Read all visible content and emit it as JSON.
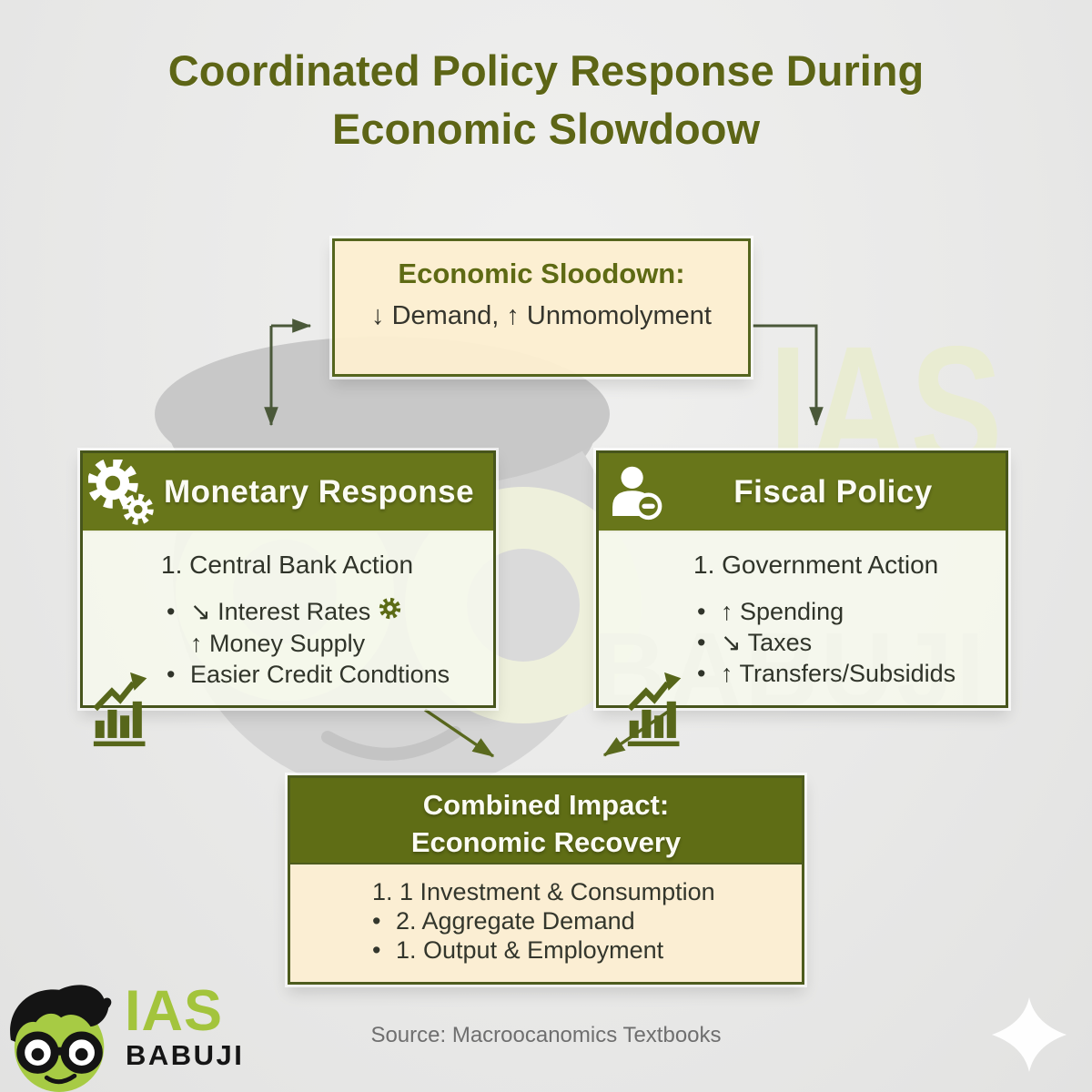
{
  "page": {
    "title_line1": "Coordinated Policy Response During",
    "title_line2": "Economic Slowdoow",
    "source_text": "Source: Macroocanomics Textbooks",
    "title_color": "#5d6516",
    "background_color": "#e9e9e8"
  },
  "colors": {
    "olive_header": "#68761a",
    "olive_header_dark": "#5f6d15",
    "olive_border": "#47551c",
    "cream_fill": "#fbeed3",
    "cream_border": "#55651e",
    "arrow_dark": "#4a5839",
    "arrow_olive": "#5a691e",
    "logo_lime": "#a3c43c",
    "body_text": "#30342a"
  },
  "slowdown_box": {
    "title": "Economic Sloodown:",
    "subtitle": "↓ Demand, ↑ Unmomolyment"
  },
  "monetary_box": {
    "header": "Monetary Response",
    "header_icon": "gears-icon",
    "numbered_item": "1. Central Bank Action",
    "side_icon": "bar-chart-growth-icon",
    "lines": [
      {
        "marker": "•",
        "text": "↘ Interest Rates",
        "trailing_icon": "gear-icon"
      },
      {
        "marker": "",
        "text": "↑ Money Supply",
        "trailing_icon": ""
      },
      {
        "marker": "•",
        "text": "Easier Credit Condtions",
        "trailing_icon": ""
      }
    ]
  },
  "fiscal_box": {
    "header": "Fiscal Policy",
    "header_icon": "person-minus-icon",
    "numbered_item": "1. Government Action",
    "side_icon": "bar-chart-growth-icon",
    "lines": [
      {
        "marker": "•",
        "text": "↑ Spending"
      },
      {
        "marker": "•",
        "text": "↘ Taxes"
      },
      {
        "marker": "•",
        "text": "↑ Transfers/Subsidids"
      }
    ]
  },
  "combined_box": {
    "header_line1": "Combined Impact:",
    "header_line2": "Economic Recovery",
    "lines": [
      {
        "marker": "",
        "text": "1. 1 Investment & Consumption"
      },
      {
        "marker": "•",
        "text": "2. Aggregate Demand"
      },
      {
        "marker": "•",
        "text": "1. Output & Employment"
      }
    ]
  },
  "watermark": {
    "ias": "IAS",
    "babuji": "BABUJI"
  },
  "logo": {
    "ias": "IAS",
    "babuji": "BABUJI",
    "mascot": "boy-with-glasses-mascot-icon"
  }
}
